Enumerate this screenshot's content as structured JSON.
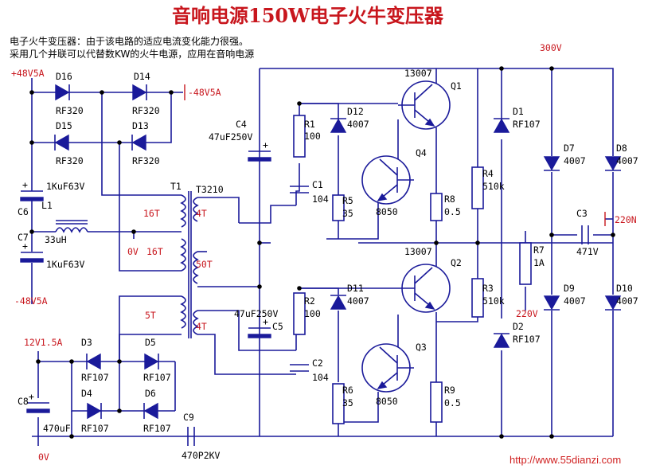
{
  "title": "音响电源150W电子火牛变压器",
  "description": [
    "电子火牛变压器：由于该电路的适应电流变化能力很强。",
    "采用几个并联可以代替数KW的火牛电源，应用在音响电源"
  ],
  "watermark": "http://www.55dianzi.com",
  "rails": {
    "top_voltage": "300V",
    "plus48": "+48V5A",
    "minus48_right": "-48V5A",
    "minus48_left": "-48V5A",
    "plus12": "12V1.5A",
    "zero_a": "0V",
    "zero_b": "0V",
    "in_220n": "220N",
    "in_220v": "220V"
  },
  "components": {
    "D16": {
      "ref": "D16",
      "value": "RF320"
    },
    "D14": {
      "ref": "D14",
      "value": "RF320"
    },
    "D15": {
      "ref": "D15",
      "value": "RF320"
    },
    "D13": {
      "ref": "D13",
      "value": "RF320"
    },
    "C6": {
      "ref": "C6",
      "value": "1KuF63V"
    },
    "C7": {
      "ref": "C7",
      "value": "1KuF63V"
    },
    "L1": {
      "ref": "L1",
      "value": "33uH"
    },
    "T1": {
      "ref": "T1",
      "value": "T3210"
    },
    "C4": {
      "ref": "C4",
      "value": "47uF250V"
    },
    "C5": {
      "ref": "C5",
      "value": "47uF250V"
    },
    "R1": {
      "ref": "R1",
      "value": "100"
    },
    "R2": {
      "ref": "R2",
      "value": "100"
    },
    "C1": {
      "ref": "C1",
      "value": "104"
    },
    "C2": {
      "ref": "C2",
      "value": "104"
    },
    "D12": {
      "ref": "D12",
      "value": "4007"
    },
    "D11": {
      "ref": "D11",
      "value": "4007"
    },
    "R5": {
      "ref": "R5",
      "value": "35"
    },
    "R6": {
      "ref": "R6",
      "value": "35"
    },
    "Q1": {
      "ref": "Q1",
      "value": "13007"
    },
    "Q2": {
      "ref": "Q2",
      "value": "13007"
    },
    "Q4": {
      "ref": "Q4",
      "value": "8050"
    },
    "Q3": {
      "ref": "Q3",
      "value": "8050"
    },
    "R8": {
      "ref": "R8",
      "value": "0.5"
    },
    "R9": {
      "ref": "R9",
      "value": "0.5"
    },
    "R4": {
      "ref": "R4",
      "value": "510k"
    },
    "R3": {
      "ref": "R3",
      "value": "510k"
    },
    "D1": {
      "ref": "D1",
      "value": "RF107"
    },
    "D2": {
      "ref": "D2",
      "value": "RF107"
    },
    "R7": {
      "ref": "R7",
      "value": "1A"
    },
    "C3": {
      "ref": "C3",
      "value": "471V"
    },
    "D7": {
      "ref": "D7",
      "value": "4007"
    },
    "D8": {
      "ref": "D8",
      "value": "4007"
    },
    "D9": {
      "ref": "D9",
      "value": "4007"
    },
    "D10": {
      "ref": "D10",
      "value": "4007"
    },
    "D3": {
      "ref": "D3",
      "value": "RF107"
    },
    "D5": {
      "ref": "D5",
      "value": "RF107"
    },
    "D4": {
      "ref": "D4",
      "value": "RF107"
    },
    "D6": {
      "ref": "D6",
      "value": "RF107"
    },
    "C8": {
      "ref": "C8",
      "value": "470uF"
    },
    "C9": {
      "ref": "C9",
      "value": "470P2KV"
    }
  },
  "windings": {
    "w16a": "16T",
    "w16b": "16T",
    "w5": "5T",
    "w4a": "4T",
    "w50": "50T",
    "w4b": "4T"
  }
}
